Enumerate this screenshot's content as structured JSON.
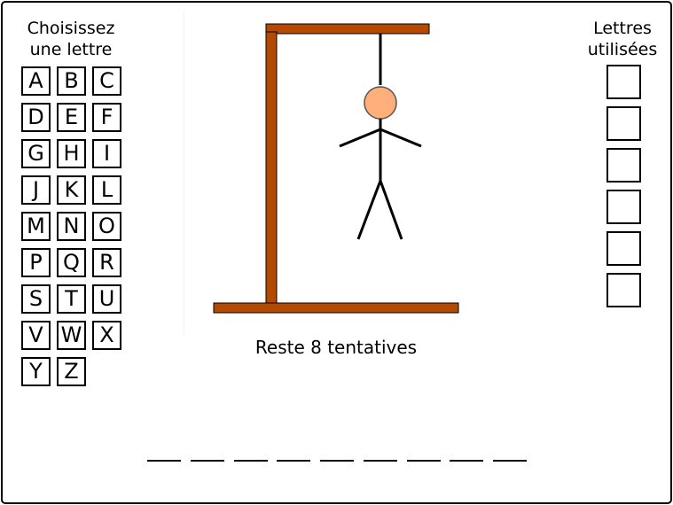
{
  "letter_panel": {
    "heading_line1": "Choisissez",
    "heading_line2": "une lettre",
    "letters": [
      "A",
      "B",
      "C",
      "D",
      "E",
      "F",
      "G",
      "H",
      "I",
      "J",
      "K",
      "L",
      "M",
      "N",
      "O",
      "P",
      "Q",
      "R",
      "S",
      "T",
      "U",
      "V",
      "W",
      "X",
      "Y",
      "Z"
    ]
  },
  "used_panel": {
    "heading_line1": "Lettres",
    "heading_line2": "utilisées",
    "slots": [
      "",
      "",
      "",
      "",
      "",
      ""
    ]
  },
  "hangman": {
    "colors": {
      "wood": "#b34a00",
      "head": "#ffb07a",
      "stroke": "#000000"
    },
    "parts_drawn": [
      "gallows",
      "rope",
      "head",
      "body",
      "arms",
      "legs"
    ]
  },
  "status": {
    "attempts_text": "Reste 8 tentatives"
  },
  "word": {
    "blank_count": 9
  }
}
